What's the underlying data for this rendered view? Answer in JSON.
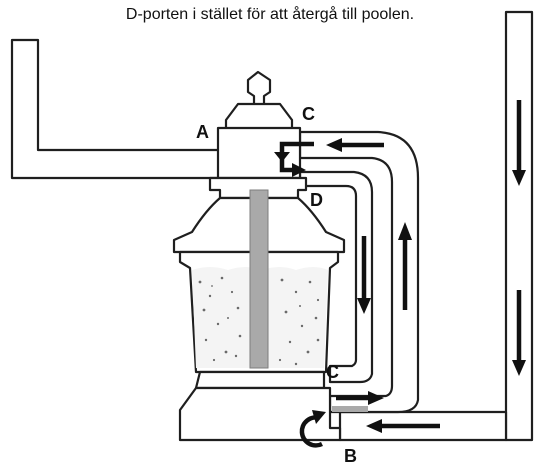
{
  "caption": "D-porten i stället för att återgå till poolen.",
  "labels": {
    "a": "A",
    "b": "B",
    "c_top": "C",
    "c_bottom": "C",
    "d": "D"
  },
  "colors": {
    "outline": "#1f1f1f",
    "arrow": "#111111",
    "standpipe": "#a9a9a9",
    "sand_dot": "#6a6a6a",
    "background": "#ffffff"
  }
}
